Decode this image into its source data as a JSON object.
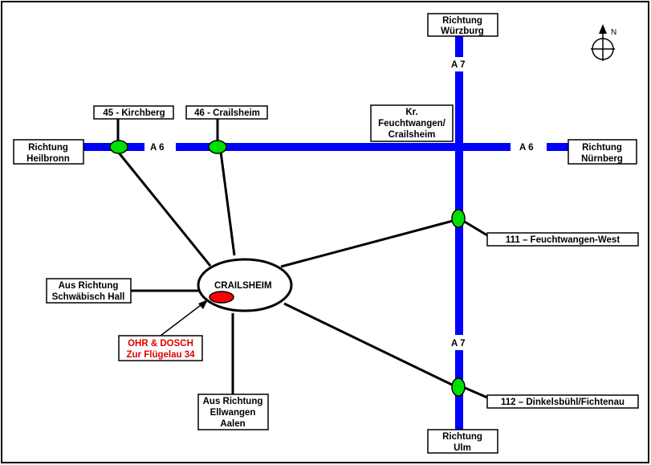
{
  "colors": {
    "motorway": "#0000ff",
    "junction": "#00e000",
    "target": "#ff0000",
    "target_text": "#e00000",
    "road": "#000000"
  },
  "motorways": {
    "a6_label_left": "A 6",
    "a6_label_right": "A 6",
    "a7_label_top": "A 7",
    "a7_label_bottom": "A 7"
  },
  "boxes": {
    "wuerzburg": [
      "Richtung",
      "Würzburg"
    ],
    "heilbronn": [
      "Richtung",
      "Heilbronn"
    ],
    "nuernberg": [
      "Richtung",
      "Nürnberg"
    ],
    "ulm": [
      "Richtung",
      "Ulm"
    ],
    "kirchberg": [
      "45 - Kirchberg"
    ],
    "crailsheim_exit": [
      "46 - Crailsheim"
    ],
    "kreuz": [
      "Kr.",
      "Feuchtwangen/",
      "Crailsheim"
    ],
    "feuchtwangen_west": [
      "111 – Feuchtwangen-West"
    ],
    "dinkelsbuehl": [
      "112 – Dinkelsbühl/Fichtenau"
    ],
    "schwaebisch_hall": [
      "Aus Richtung",
      "Schwäbisch Hall"
    ],
    "ellwangen": [
      "Aus Richtung",
      "Ellwangen",
      "Aalen"
    ],
    "ohr_dosch": [
      "OHR & DOSCH",
      "Zur Flügelau 34"
    ]
  },
  "city": "CRAILSHEIM",
  "compass": "N"
}
